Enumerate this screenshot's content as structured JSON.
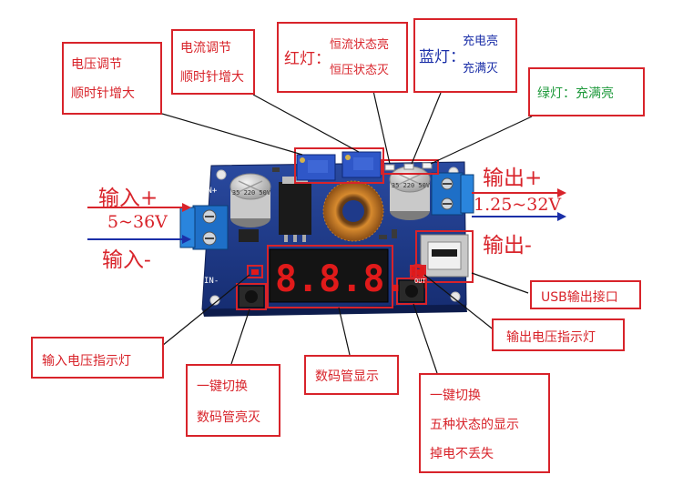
{
  "callouts": {
    "voltage_adj": {
      "line1": "电压调节",
      "line2": "顺时针增大"
    },
    "current_adj": {
      "line1": "电流调节",
      "line2": "顺时针增大"
    },
    "red_led": {
      "title": "红灯：",
      "line1": "恒流状态亮",
      "line2": "恒压状态灭"
    },
    "blue_led": {
      "title": "蓝灯：",
      "line1": "充电亮",
      "line2": "充满灭"
    },
    "green_led": {
      "text": "绿灯：充满亮"
    },
    "usb_output": {
      "text": "USB输出接口"
    },
    "output_indicator": {
      "text": "输出电压指示灯"
    },
    "input_indicator": {
      "text": "输入电压指示灯"
    },
    "display": {
      "text": "数码管显示"
    },
    "button_left": {
      "line1": "一键切换",
      "line2": "数码管亮灭"
    },
    "button_right": {
      "line1": "一键切换",
      "line2": "五种状态的显示",
      "line3": "掉电不丢失"
    }
  },
  "input": {
    "plus": "输入+",
    "range": "5~36V",
    "minus": "输入-"
  },
  "output": {
    "plus": "输出+",
    "range": "1.25~32V",
    "minus": "输出-"
  },
  "board": {
    "label_in_plus": "IN+",
    "label_in_minus": "IN-",
    "label_out": "OUT",
    "cap_left": "35 220 50V",
    "cap_right": "35 220 50V"
  },
  "colors": {
    "red": "#d8232a",
    "blue": "#1b2fa8",
    "green": "#1f9a3c",
    "pcb": "#1f3a8a"
  }
}
